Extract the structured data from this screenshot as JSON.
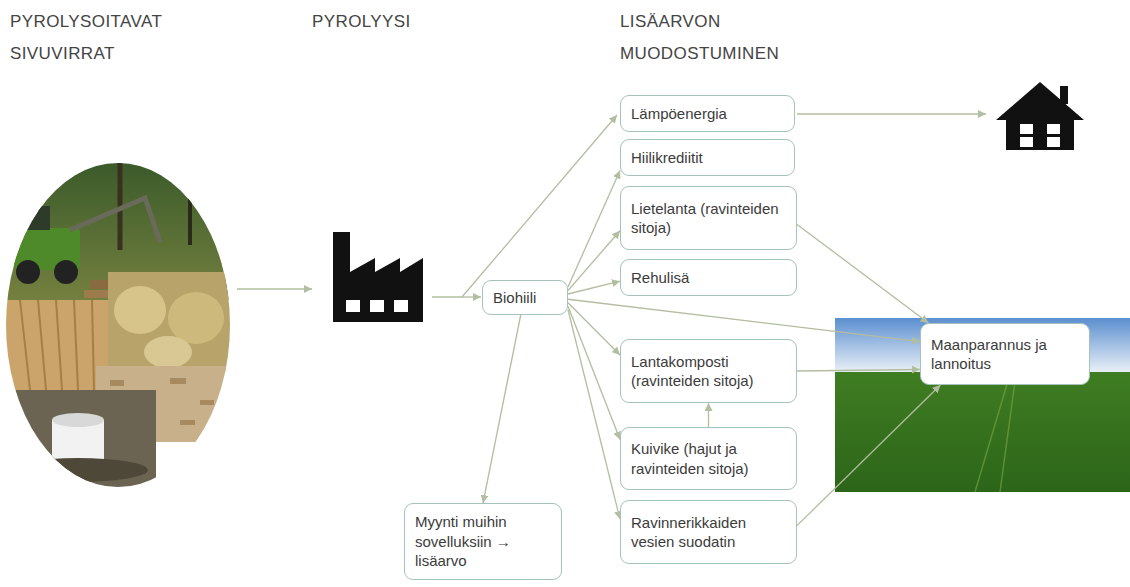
{
  "diagram": {
    "nodes": [
      {
        "text": [
          "Biohiili"
        ]
      },
      {
        "text": [
          "Myynti muihin sovelluksiin → lisäarvo"
        ]
      },
      {
        "text": [
          "Lämpöenergia"
        ]
      },
      {
        "text": [
          "Hiilikrediitit"
        ]
      },
      {
        "text": [
          "Lietelanta (ravinteiden sitoja)"
        ]
      },
      {
        "text": [
          "Rehulisä"
        ]
      },
      {
        "text": [
          "Lantakomposti (ravinteiden sitoja)"
        ]
      },
      {
        "text": [
          "Kuivike (hajut ja ravinteiden sitoja)"
        ]
      },
      {
        "text": [
          "Ravinnerikkaiden vesien suodatin"
        ]
      },
      {
        "text": [
          "Maanparannus ja lannoitus"
        ]
      }
    ],
    "edges": [
      {
        "from": 0,
        "to": 1,
        "arrow": "to"
      },
      {
        "from": 0,
        "to": 3,
        "arrow": "to"
      },
      {
        "from": 0,
        "to": 4,
        "arrow": "to"
      },
      {
        "from": 0,
        "to": 5,
        "arrow": "to"
      },
      {
        "from": 0,
        "to": 9,
        "arrow": "to"
      },
      {
        "from": 0,
        "to": 6,
        "arrow": "to"
      },
      {
        "from": 0,
        "to": 7,
        "arrow": "to"
      },
      {
        "from": 0,
        "to": 8,
        "arrow": "to"
      },
      {
        "from": 4,
        "to": 9,
        "arrow": "to"
      },
      {
        "from": 6,
        "to": 9,
        "arrow": "to"
      },
      {
        "from": 7,
        "to": 6,
        "arrow": "to"
      },
      {
        "from": 8,
        "to": 9,
        "arrow": "to"
      }
    ],
    "labels": [
      "PYROLYSOITAVAT SIVUVIRRAT",
      "PYROLYYSI",
      "LISÄARVON MUODOSTUMINEN"
    ]
  }
}
